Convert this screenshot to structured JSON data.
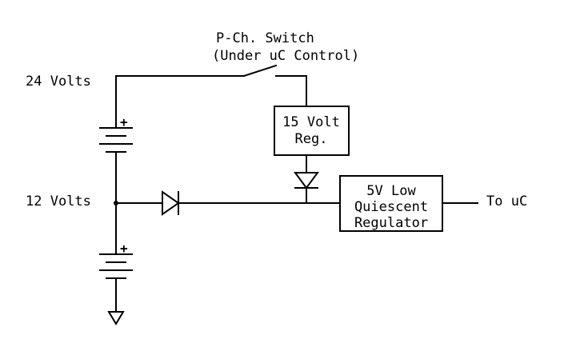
{
  "labels": {
    "switch_title": "P-Ch. Switch",
    "switch_subtitle": "(Under uC Control)",
    "v24": "24 Volts",
    "v12": "12 Volts",
    "out": "To uC",
    "plus_top": "+",
    "plus_bottom": "+"
  },
  "reg15": {
    "line1": "15 Volt",
    "line2": "Reg."
  },
  "reg5": {
    "line1": "5V Low",
    "line2": "Quiescent",
    "line3": "Regulator"
  }
}
